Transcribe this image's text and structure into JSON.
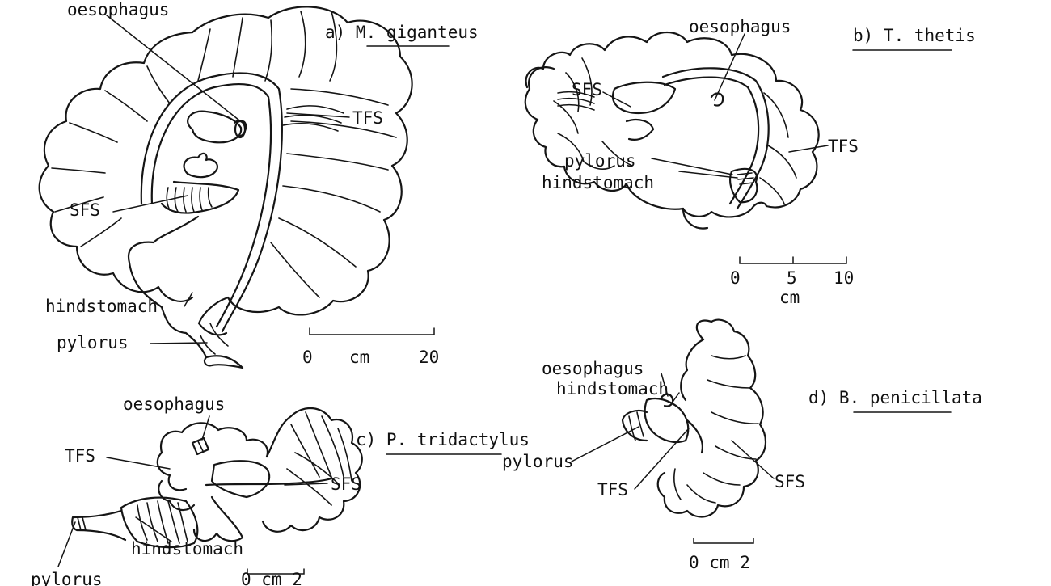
{
  "panels": {
    "a": {
      "title": "a) M. giganteus",
      "labels": {
        "oesophagus": "oesophagus",
        "tfs": "TFS",
        "sfs": "SFS",
        "hindstomach": "hindstomach",
        "pylorus": "pylorus"
      },
      "scale": {
        "start": "0",
        "unit": "cm",
        "end": "20"
      }
    },
    "b": {
      "title": "b) T. thetis",
      "labels": {
        "oesophagus": "oesophagus",
        "sfs": "SFS",
        "tfs": "TFS",
        "pylorus": "pylorus",
        "hindstomach": "hindstomach"
      },
      "scale": {
        "start": "0",
        "mid": "5",
        "end": "10",
        "unit": "cm"
      }
    },
    "c": {
      "title": "c) P. tridactylus",
      "labels": {
        "oesophagus": "oesophagus",
        "tfs": "TFS",
        "sfs": "SFS",
        "hindstomach": "hindstomach",
        "pylorus": "pylorus"
      },
      "scale": {
        "text": "0 cm 2"
      }
    },
    "d": {
      "title": "d) B. penicillata",
      "labels": {
        "oesophagus": "oesophagus",
        "hindstomach": "hindstomach",
        "pylorus": "pylorus",
        "tfs": "TFS",
        "sfs": "SFS"
      },
      "scale": {
        "text": "0 cm 2"
      }
    }
  }
}
